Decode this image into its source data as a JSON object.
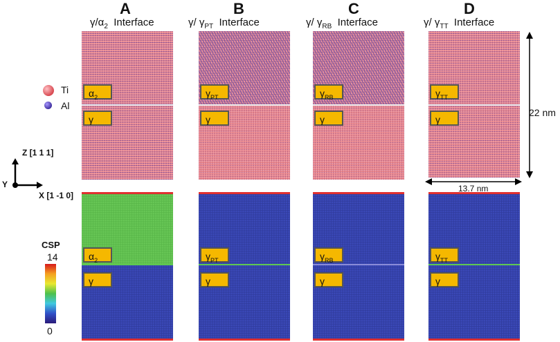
{
  "columns": [
    {
      "letter": "A",
      "title_main": "γ/α",
      "title_sub": "2",
      "title_rest": "  Interface",
      "top_label": {
        "main": "α",
        "sub": "2"
      },
      "bottom_label": "γ",
      "csp_top_label": {
        "main": "α",
        "sub": "2"
      },
      "csp_bottom_label": "γ"
    },
    {
      "letter": "B",
      "title_main": "γ/ γ",
      "title_sub": "PT",
      "title_rest": "  Interface",
      "top_label": {
        "main": "γ",
        "sub": "PT"
      },
      "bottom_label": "γ",
      "csp_top_label": {
        "main": "γ",
        "sub": "PT"
      },
      "csp_bottom_label": "γ"
    },
    {
      "letter": "C",
      "title_main": "γ/ γ",
      "title_sub": "RB",
      "title_rest": "  Interface",
      "top_label": {
        "main": "γ",
        "sub": "RB"
      },
      "bottom_label": "γ",
      "csp_top_label": {
        "main": "γ",
        "sub": "RB"
      },
      "csp_bottom_label": "γ"
    },
    {
      "letter": "D",
      "title_main": "γ/ γ",
      "title_sub": "TT",
      "title_rest": "  Interface",
      "top_label": {
        "main": "γ",
        "sub": "TT"
      },
      "bottom_label": "γ",
      "csp_top_label": {
        "main": "γ",
        "sub": "TT"
      },
      "csp_bottom_label": "γ"
    }
  ],
  "legend": {
    "ti": "Ti",
    "al": "Al",
    "ti_color": "#e8606a",
    "al_color": "#5a48b0"
  },
  "axes": {
    "z": "Z [1 1 1]",
    "y": "Y",
    "x": "X [1 -1 0]"
  },
  "dims": {
    "height": "22 nm",
    "width": "13.7  nm"
  },
  "csp": {
    "title": "CSP",
    "max": "14",
    "min": "0",
    "colors": [
      "#d7191c",
      "#f5a020",
      "#e8e830",
      "#4cc04c",
      "#40c8e0",
      "#3050c8",
      "#2a1a7a"
    ]
  },
  "colors": {
    "label_fill": "#f5b800",
    "interface_white": "#f2f2f2",
    "interface_green": "#5ec850"
  }
}
